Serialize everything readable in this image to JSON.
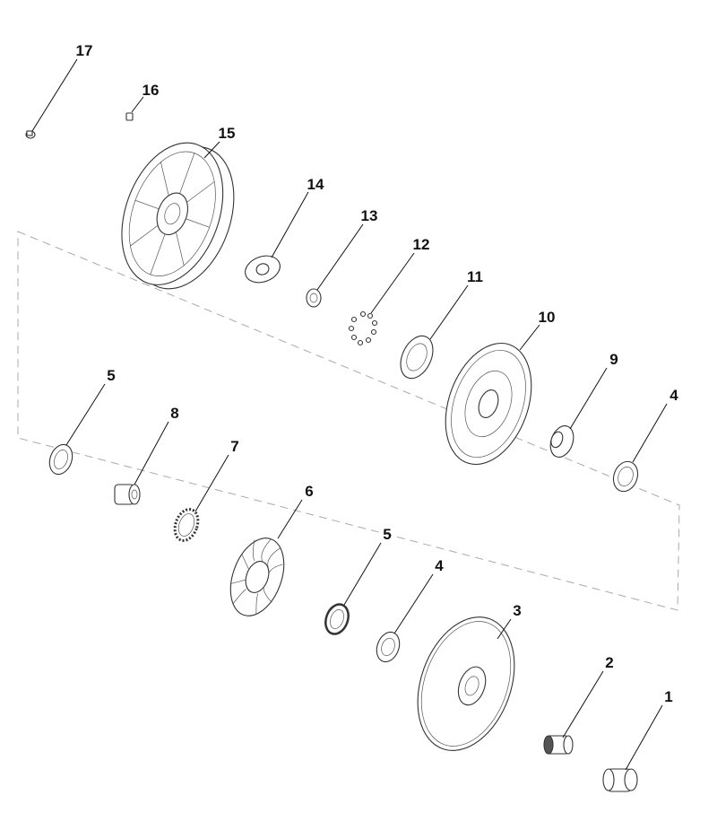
{
  "diagram": {
    "type": "exploded-parts-view",
    "callouts": {
      "c1": "1",
      "c2": "2",
      "c3": "3",
      "c4a": "4",
      "c4b": "4",
      "c5a": "5",
      "c5b": "5",
      "c6": "6",
      "c7": "7",
      "c8": "8",
      "c9": "9",
      "c10": "10",
      "c11": "11",
      "c12": "12",
      "c13": "13",
      "c14": "14",
      "c15": "15",
      "c16": "16",
      "c17": "17"
    }
  }
}
